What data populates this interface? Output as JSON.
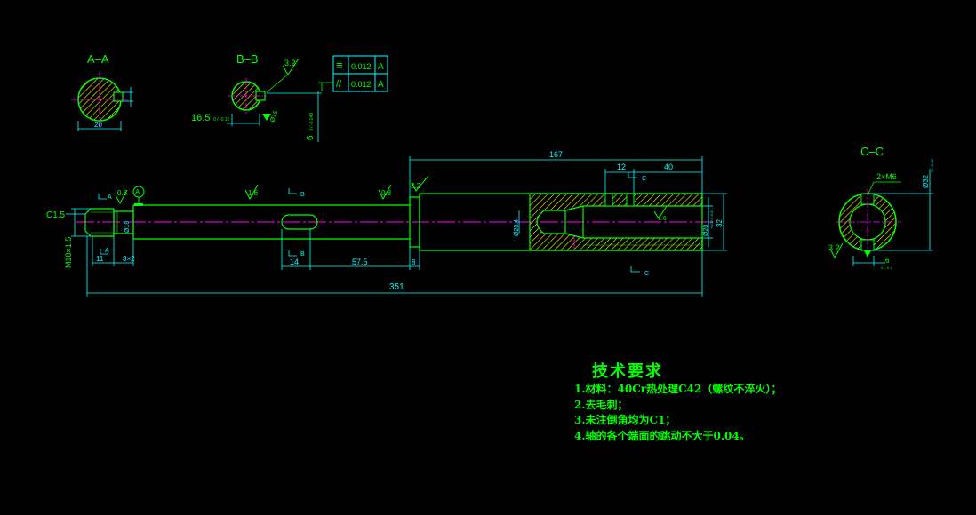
{
  "colors": {
    "background": "#000000",
    "outline": "#00ff00",
    "dimension": "#00ffff",
    "centerline": "#ff00ff",
    "hatch": "#ffff00",
    "mark": "#ffffff",
    "frame": "#00ffff"
  },
  "sections": {
    "aa": {
      "label": "A–A",
      "width": "20"
    },
    "bb": {
      "label": "B–B",
      "roughness": "3.2",
      "dim_left": "16.5",
      "dim_left_tol": "0 / -0.10",
      "dim_right": "Ø15",
      "depth": "6",
      "depth_tol": "0 / -0.043"
    },
    "cc": {
      "label": "C–C",
      "thread": "2×M6",
      "outer": "Ø32",
      "outer_tol": "0 / -0.08",
      "roughness": "3.2",
      "depth": "6",
      "depth_tol": "0 / -0.1"
    }
  },
  "tolerance_frame": [
    {
      "symbol": "≡",
      "value": "0.012",
      "datum": "A"
    },
    {
      "symbol": "//",
      "value": "0.012",
      "datum": "A"
    }
  ],
  "main_view": {
    "chamfer": "C1.5",
    "thread": "M18×1.5",
    "undercut": "3×2",
    "dia_left": "Ø18",
    "roughness_a": "0.8",
    "datum": "A",
    "roughness_mid": "1.6",
    "roughness_right": "0.8",
    "roughness_step": "3.2",
    "inner_dia": "Ø20.4",
    "bore_dia": "Ø20",
    "bore_tol": "+0.02 / -0.01",
    "outer_dia": "32",
    "bore_roughness": "1.6",
    "dim_11": "11",
    "dim_14": "14",
    "dim_57_5": "57.5",
    "dim_8": "8",
    "dim_12": "12",
    "dim_40": "40",
    "dim_167": "167",
    "dim_total": "351",
    "cut_a": "A",
    "cut_b": "B",
    "cut_c": "C"
  },
  "tech_req": {
    "title": "技术要求",
    "lines": [
      "1.材料：40Cr热处理C42（螺纹不淬火）；",
      "2.去毛刺；",
      "3.未注倒角均为C1；",
      "4.轴的各个端面的跳动不大于0.04。"
    ]
  }
}
